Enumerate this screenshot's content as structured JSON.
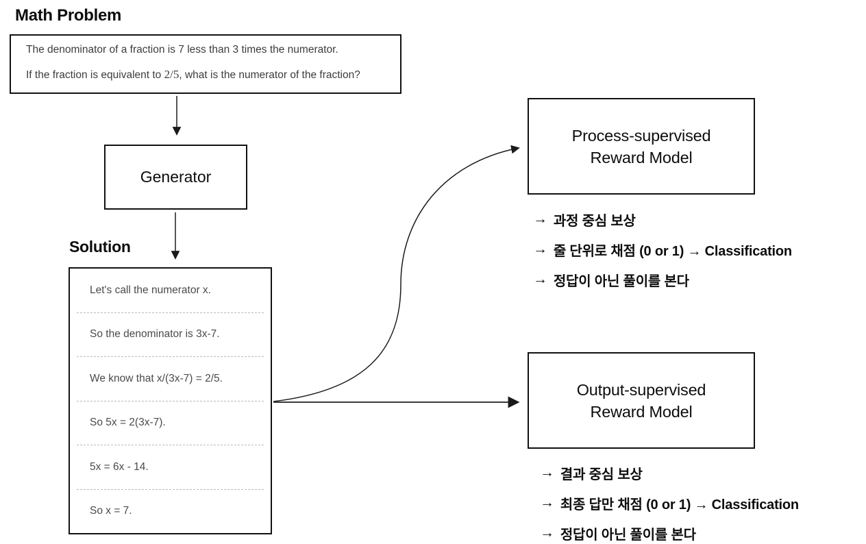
{
  "titles": {
    "math_problem": "Math Problem",
    "solution": "Solution"
  },
  "problem_box": {
    "line1": "The denominator of a fraction is 7 less than 3 times the numerator.",
    "line2_pre": "If the fraction is equivalent to ",
    "line2_math": "2/5",
    "line2_post": ", what is the numerator of  the fraction?"
  },
  "generator": {
    "label": "Generator"
  },
  "solution_steps": [
    "Let's call the numerator x.",
    "So the denominator is 3x-7.",
    "We know that x/(3x-7) = 2/5.",
    "So 5x = 2(3x-7).",
    "5x = 6x - 14.",
    "So x = 7."
  ],
  "process_model": {
    "label_line1": "Process-supervised",
    "label_line2": "Reward Model",
    "bullets": [
      "과정 중심 보상",
      "줄 단위로 채점 (0 or 1) → Classification",
      "정답이 아닌 풀이를 본다"
    ]
  },
  "output_model": {
    "label_line1": "Output-supervised",
    "label_line2": "Reward Model",
    "bullets": [
      "결과 중심 보상",
      "최종 답만 채점 (0 or 1) → Classification",
      "정답이 아닌 풀이를 본다"
    ]
  },
  "bullet_arrow": "→",
  "colors": {
    "background": "#ffffff",
    "box_border": "#111111",
    "text_primary": "#0d0d0d",
    "text_muted": "#4a4a4a",
    "separator": "#b9b9b9",
    "arrow": "#1a1a1a"
  }
}
